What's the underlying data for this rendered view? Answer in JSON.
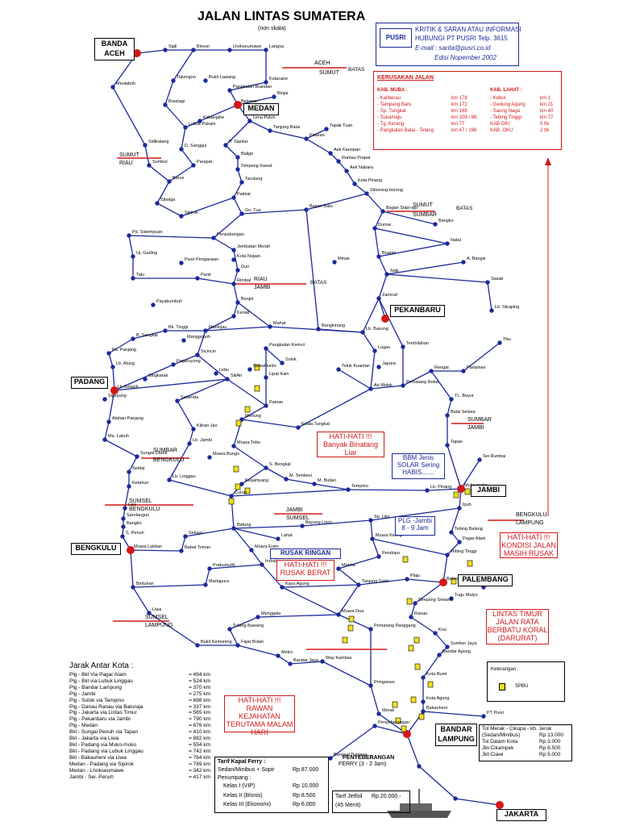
{
  "header": {
    "title": "JALAN LINTAS SUMATERA",
    "subtitle": "(non skala)"
  },
  "info_box": {
    "logo": "PUSRI",
    "line1": "KRITIK & SARAN ATAU INFORMASI",
    "line2": "HUBUNGI PT PUSRI Telp. 3615",
    "line3": "E-mail : sarita@pusri.co.id",
    "line4": "Edisi Nopember 2002"
  },
  "damage": {
    "title": "KERUSAKAN JALAN",
    "muba_title": "KAB. MUBA :",
    "muba": [
      {
        "name": "- Kaliberau",
        "km": "km 178"
      },
      {
        "name": "- Tampang Baru",
        "km": "km 172"
      },
      {
        "name": "- Sp. Tungkal",
        "km": "km 168"
      },
      {
        "name": "- Sukamaju",
        "km": "km 109 / 88"
      },
      {
        "name": "- Tg. Kerang",
        "km": "km 77"
      },
      {
        "name": "- Pangkalan Balai - Telang",
        "km": "km 47 / 196"
      }
    ],
    "lahat_title": "KAB. LAHAT :",
    "lahat": [
      {
        "name": "- Kebur",
        "km": "km 1"
      },
      {
        "name": "- Gedung Agung",
        "km": "km 21"
      },
      {
        "name": "- Saung Naga",
        "km": "km 40"
      },
      {
        "name": "- Tebing Tinggi",
        "km": "km 77"
      },
      {
        "name": "KAB OKI",
        "km": "5 ttk"
      },
      {
        "name": "KAB. OKU",
        "km": "2 ttk"
      }
    ]
  },
  "cities": {
    "banda_aceh": "BANDA ACEH",
    "medan": "MEDAN",
    "padang": "PADANG",
    "pekanbaru": "PEKANBARU",
    "jambi": "JAMBI",
    "bengkulu": "BENGKULU",
    "palembang": "PALEMBANG",
    "bandar_lampung": "BANDAR LAMPUNG",
    "jakarta": "JAKARTA"
  },
  "borders": [
    {
      "a": "ACEH",
      "b": "SUMUT",
      "c": "BATAS"
    },
    {
      "a": "SUMUT",
      "b": "RIAU",
      "c": "BATAS"
    },
    {
      "a": "SUMUT",
      "b": "SUMBAR",
      "c": "BATAS"
    },
    {
      "a": "RIAU",
      "b": "JAMBI",
      "c": "BATAS"
    },
    {
      "a": "SUMBAR",
      "b": "JAMBI"
    },
    {
      "a": "SUMBAR",
      "b": "BENGKULU"
    },
    {
      "a": "SUMSEL",
      "b": "BENGKULU"
    },
    {
      "a": "JAMBI",
      "b": "SUMSEL"
    },
    {
      "a": "BENGKULU",
      "b": "LAMPUNG"
    },
    {
      "a": "SUMSEL",
      "b": "LAMPUNG"
    }
  ],
  "places": [
    "Sigli",
    "Bireun",
    "Lhokseumawe",
    "Langsa",
    "Meulaboh",
    "Takengon",
    "Bukit Lawang",
    "Pangkalan Brandan",
    "Kutacane",
    "Binjai",
    "Belawan",
    "Brastagi",
    "Kabanjahe",
    "Lubuk Pakam",
    "Lima Puluh",
    "Tanjung Balai",
    "Tapak Tuan",
    "P. Siantar",
    "Kisaran",
    "Sidikalang",
    "Sumbul",
    "D. Sanggul",
    "Parapat",
    "Balige",
    "Simpang Kawat",
    "Aek Kanopan",
    "Rantau Prapat",
    "Aek Nabara",
    "Kota Pinang",
    "Siborong-borong",
    "Tarutung",
    "Pakkat",
    "Barus",
    "Sibolga",
    "Sipirok",
    "Gn. Tua",
    "Bagan Batu",
    "Bagan Siapi-api",
    "Bangko",
    "Dumai",
    "Natal",
    "Pd. Sidempuan",
    "Penyabungan",
    "Jembatan Merah",
    "Kota Nopan",
    "Duri",
    "Buatan",
    "A. Bangis",
    "Uj. Gading",
    "Pasir Pengaraian",
    "Minas",
    "Siak",
    "Sasak",
    "Talu",
    "Panti",
    "Rimbal",
    "Zamrud",
    "Lb. Sikaping",
    "Bonjol",
    "Kenali",
    "Payakumbuh",
    "Mahat",
    "Bangkinang",
    "Lb. Basung",
    "Bk. Tinggi",
    "Maninjau",
    "Manggopoh",
    "B. Sangkar",
    "Pangkalan Kerinci",
    "Tembilahan",
    "Tiku",
    "Pd. Panjang",
    "Sicincin",
    "Pagaruyung",
    "Solok",
    "SitiAir",
    "Sawahlunto",
    "Lipat Kain",
    "Logas",
    "Japura",
    "Rengat",
    "Pariaman",
    "Lb. Alung",
    "Singkarak",
    "Lirbu",
    "Teluk Kuantan",
    "Air Molek",
    "Pematang Reba",
    "TL. Bayur",
    "Lb.Selasih",
    "Sijunjung",
    "Seberida",
    "Painan",
    "Balai Selasa",
    "Alahan Panjang",
    "Ma. Labuh",
    "Kiliran Jao",
    "Lb. Jambi",
    "Merlung",
    "Kuala Tungkal",
    "Tapan",
    "Sei Rumbai",
    "Sungai Darek",
    "Muara Bungo",
    "Muara Tebo",
    "S. Bengkal",
    "M. Tembesi",
    "M. Bulian",
    "Tempino",
    "Lb. Pinang",
    "Muko-muko",
    "Ipuh",
    "Seblat",
    "Ketahun",
    "Lais",
    "Sarolangun",
    "Bangko",
    "S. Penuh",
    "Curup",
    "Kepahiyang",
    "Lb. Linggau",
    "Muara Lakitan",
    "Sekayu",
    "Babat Toman",
    "Betung",
    "Bayung Lincir",
    "Sp. Lilin",
    "Muara Kelingi",
    "Tebing Tinggi",
    "Tebing Balang",
    "Pagar Alam",
    "Lahat",
    "Muara Enim",
    "Pendopo",
    "Prabumulih",
    "Indralaya",
    "Kayu Agung",
    "Manna",
    "Tanjung Sakti",
    "Plaju",
    "Baturaja",
    "Simpang Sriwanti",
    "Bintuhan",
    "Martapura",
    "Tugu Mulyo",
    "Muara Dua",
    "Ranau",
    "Liwa",
    "Pematang Panggang",
    "Krui",
    "Menggala",
    "Tulang Bawang",
    "Fajar Bulan",
    "Sumber Jaya",
    "Bukit Kemuning",
    "Kota Bumi",
    "Bandar Agung",
    "Metro",
    "Bandar Jaya",
    "Way Kambas",
    "Pringsewu",
    "Kota Agung",
    "Bakauheni",
    "Merak",
    "PT Pusri",
    "Penyeberangan",
    "Bangsal Panjang"
  ],
  "warnings": {
    "w1_a": "HATI-HATI !!!",
    "w1_b": "Banyak Binatang",
    "w1_c": "Liar",
    "w2_a": "HATI-HATI !!!",
    "w2_b": "KONDISI JALAN",
    "w2_c": "MASIH RUSAK",
    "w3_a": "HATI-HATI !!!",
    "w3_b": "RUSAK BERAT",
    "w4": "RUSAK RINGAN",
    "w5_a": "LINTAS TIMUR",
    "w5_b": "JALAN RATA",
    "w5_c": "BERBATU KORAL",
    "w5_d": "(DARURAT)",
    "w6_a": "HATI-HATI !!!",
    "w6_b": "RAWAN KEJAHATAN",
    "w6_c": "TERUTAMA MALAM",
    "w6_d": "HARI",
    "bbm_a": "BBM Jenis",
    "bbm_b": "SOLAR Sering",
    "bbm_c": "HABIS.......",
    "plg_a": "PLG -Jambi",
    "plg_b": "8 - 9 Jam"
  },
  "distances": {
    "heading": "Jarak Antar Kota :",
    "rows": [
      {
        "route": "Plg - Bkl Via Pagar Alam",
        "km": "494 km"
      },
      {
        "route": "Plg - Bkl via Lubuk Linggau",
        "km": "524 km"
      },
      {
        "route": "Plg - Bandar Lampung",
        "km": "370 km"
      },
      {
        "route": "Plg - Jambi",
        "km": "275 km"
      },
      {
        "route": "Plg - Solok via Tempino",
        "km": "698 km"
      },
      {
        "route": "Plg - Danau Ranau via Baturaja",
        "km": "337 km"
      },
      {
        "route": "Plg - Jakarta via Lintas Timur",
        "km": "565 km"
      },
      {
        "route": "Plg - Pekanbaru via Jambi",
        "km": "790 km"
      },
      {
        "route": "Plg - Medan",
        "km": "676 km"
      },
      {
        "route": "Bkl - Sungai Penuh via Tapan",
        "km": "410 km"
      },
      {
        "route": "Bkl - Jakarta via Liwa",
        "km": "882 km"
      },
      {
        "route": "Bkl - Padang via Muko-muko",
        "km": "554 km"
      },
      {
        "route": "Bkl - Padang via Lubuk Linggau",
        "km": "742 km"
      },
      {
        "route": "Bkl - Bakauheni via Liwa",
        "km": "784 km"
      },
      {
        "route": "Medan - Padang via Sipirok",
        "km": "789 km"
      },
      {
        "route": "Medan - Lhokseumawe",
        "km": "342 km"
      },
      {
        "route": "Jambi - Sei. Penuh",
        "km": "417 km"
      }
    ]
  },
  "ferry": {
    "title": "Tarif Kapal Ferry :",
    "r1": "Sedan/Minibus + Sopir",
    "r1v": "Rp 87.000",
    "r2": "Penumpang :",
    "r3": "Kelas I (VIP)",
    "r3v": "Rp 10.000",
    "r4": "Kelas II (Bisnis)",
    "r4v": "Rp 8.500",
    "r5": "Kelas III (Ekonomi)",
    "r5v": "Rp 6.000",
    "crossing": "PENYEBERANGAN",
    "crossing2": "FERRY (3 - 3 Jam)"
  },
  "jetfoil": {
    "label": "Tarif Jetfoil",
    "price": "Rp 20.000,-",
    "time": "(45 Menit)"
  },
  "toll": {
    "r1": "Tol Merak - Cikupa - kb. Jeruk",
    "r2": "(Sedan/Minibus)",
    "r2v": "Rp 13.000",
    "r3": "Tol Dalam Kota",
    "r3v": "Rp 3.000",
    "r4": "Jkt-Cikampek",
    "r4v": "Rp 6.500",
    "r5": "Jkt-Ciawi",
    "r5v": "Rp 5.000"
  },
  "legend": {
    "title": "Keterangan :",
    "spbu": "SPBU"
  },
  "colors": {
    "road": "#1b2a9a",
    "node": "#1b2a9a",
    "city": "#d21818",
    "border": "#d21818",
    "spbu": "#f0e020"
  }
}
